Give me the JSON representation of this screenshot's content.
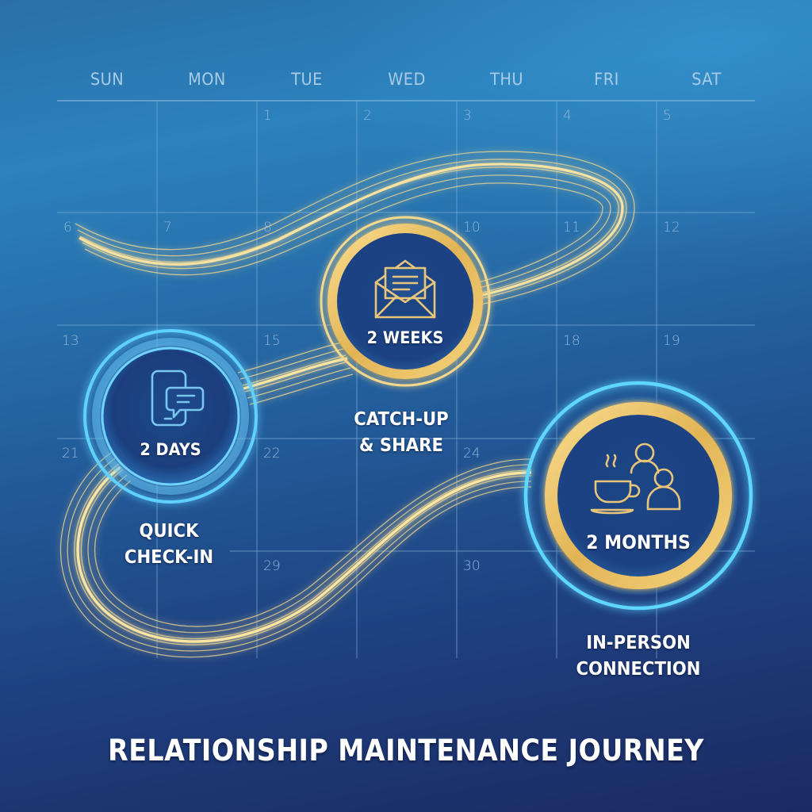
{
  "title": "RELATIONSHIP MAINTENANCE JOURNEY",
  "calendar": {
    "day_names": [
      "SUN",
      "MON",
      "TUE",
      "WED",
      "THU",
      "FRI",
      "SAT"
    ],
    "weeks": [
      [
        "",
        "",
        "1",
        "2",
        "3",
        "4",
        "5"
      ],
      [
        "6",
        "7",
        "8",
        "",
        "10",
        "11",
        "12"
      ],
      [
        "13",
        "",
        "15",
        "",
        "",
        "18",
        "19"
      ],
      [
        "21",
        "22",
        "",
        "24",
        "",
        "",
        ""
      ],
      [
        "",
        "29",
        "",
        "30",
        "",
        "",
        ""
      ]
    ]
  },
  "milestones": [
    {
      "id": "quick-check-in",
      "interval": "2 DAYS",
      "label_lines": [
        "QUICK",
        "CHECK-IN"
      ],
      "icon": "smartphone-chat-icon",
      "ring_style": "blue"
    },
    {
      "id": "catch-up-share",
      "interval": "2 WEEKS",
      "label_lines": [
        "CATCH-UP",
        "& SHARE"
      ],
      "icon": "open-envelope-icon",
      "ring_style": "gold"
    },
    {
      "id": "in-person-connection",
      "interval": "2 MONTHS",
      "label_lines": [
        "IN-PERSON",
        "CONNECTION"
      ],
      "icon": "coffee-people-icon",
      "ring_style": "blue-gold"
    }
  ],
  "colors": {
    "background_top": "#2b82bd",
    "background_bottom": "#1b2a62",
    "grid_line": "#7fb2db",
    "gold": "#f2c76a",
    "gold_light": "#fff1b8",
    "blue_ring": "#5fd0ff",
    "text": "#ffffff",
    "date_text": "#8fb5d9"
  }
}
